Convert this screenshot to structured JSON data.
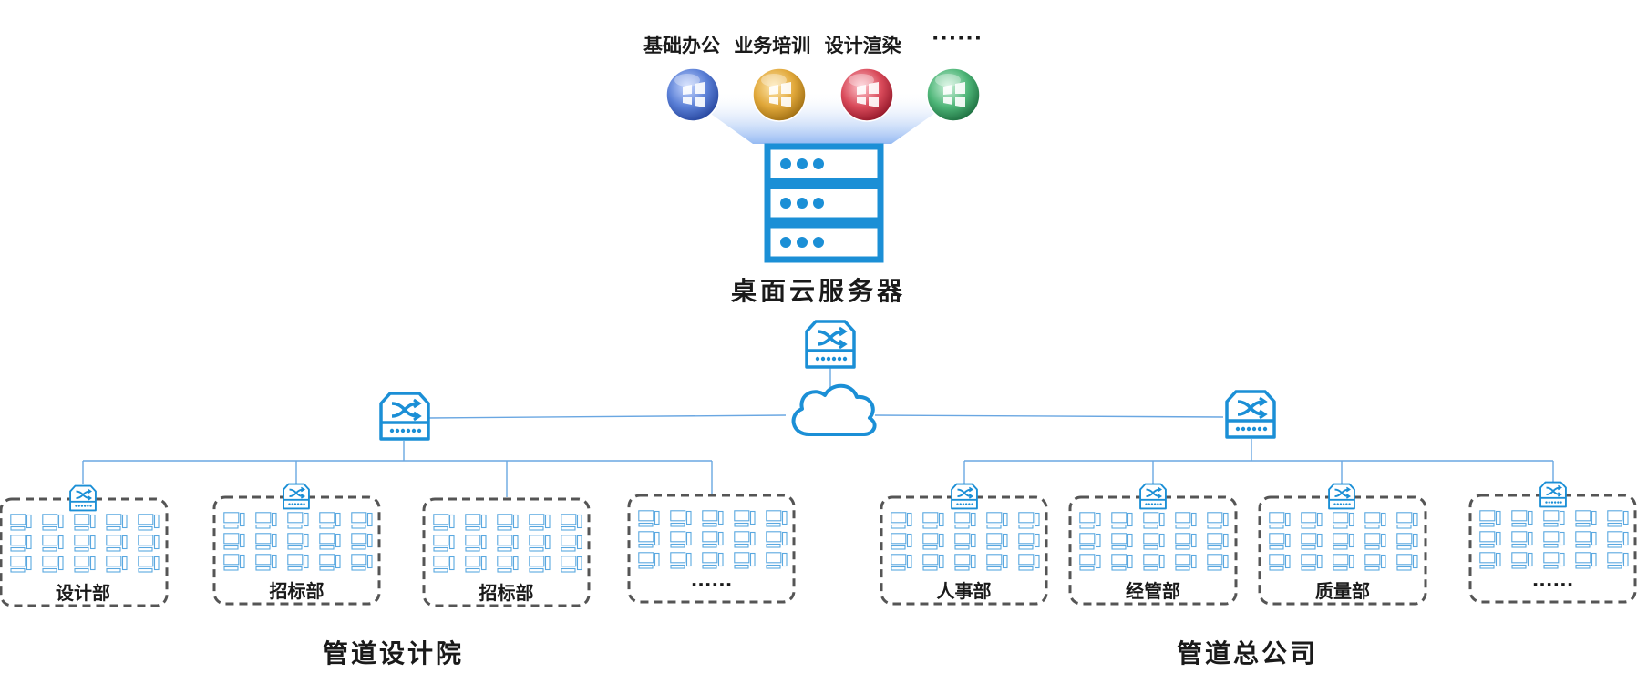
{
  "top_services": {
    "labels": [
      "基础办公",
      "业务培训",
      "设计渲染"
    ],
    "more": "······",
    "orb_colors": [
      "#3a63c4",
      "#d79a1e",
      "#cc2b3c",
      "#2f9a58"
    ]
  },
  "server": {
    "label": "桌面云服务器"
  },
  "groups": [
    {
      "name": "管道设计院",
      "departments": [
        "设计部",
        "招标部",
        "招标部",
        "······"
      ]
    },
    {
      "name": "管道总公司",
      "departments": [
        "人事部",
        "经管部",
        "质量部",
        "······"
      ]
    }
  ],
  "colors": {
    "primary": "#1b8fd6",
    "line": "#6aa7e2",
    "box_border": "#555555"
  }
}
